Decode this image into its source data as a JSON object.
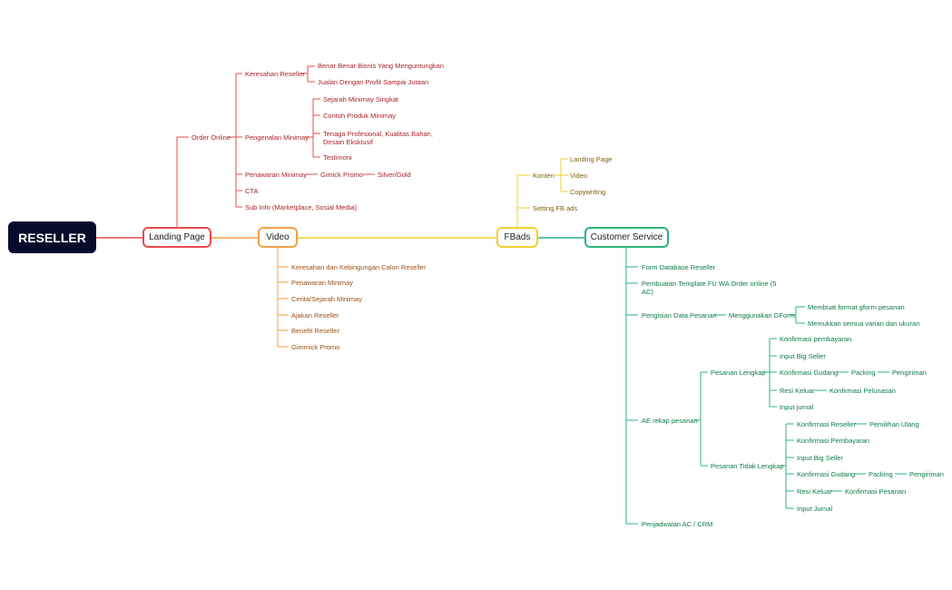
{
  "colors": {
    "red": "#e84b4b",
    "orange": "#f2a046",
    "yellow": "#f2cf2e",
    "green": "#2cb57a",
    "root_bg": "#070a2b"
  },
  "root": {
    "label": "RESELLER"
  },
  "main": {
    "landing_page": "Landing Page",
    "video": "Video",
    "fbads": "FBads",
    "customer_service": "Customer Service"
  },
  "landing": {
    "order_online": "Order Online",
    "keresahan_reseller": "Keresahan Reseller",
    "keresahan_children": [
      "Benar Benar Bisnis Yang Menguntungkan",
      "Jualan Dengan Profit Sampai Jutaan"
    ],
    "pengenalan_minimay": "Pengenalan Minimay",
    "pengenalan_children": [
      "Sejarah Minimay Singkat",
      "Contoh Produk Minimay",
      "Tenaga Profesional, Kualitas Bahan, Desain Eksklusif",
      "Testimoni"
    ],
    "penawaran_minimay": "Penawaran Minimay",
    "gimick_promo": "Gimick Promo",
    "silver_gold": "Silver/Gold",
    "cta": "CTA",
    "sub_info": "Sub Info (Marketplace, Sosial Media)"
  },
  "video": {
    "items": [
      "Keresahan dan Kebingungan Calon Reseller",
      "Penawaran Minimay",
      "Cerita/Sejarah Minimay",
      "Ajakan Reseller",
      "Benefit Reseller",
      "Gimmick Promo"
    ]
  },
  "fbads": {
    "konten": "Konten",
    "konten_children": [
      "Landing Page",
      "Video",
      "Copywriting"
    ],
    "setting": "Setting FB ads"
  },
  "cs": {
    "form_database": "Form Database Reseller",
    "pembuatan_template": "Pembuatan Template FU WA Order online (5 AC)",
    "pengisian": "Pengisian Data Pesanan",
    "menggunakan_gform": "Menggunakan GForm",
    "gform_children": [
      "Membuat format gform pesanan",
      "Memukkan semua varian dan ukuran"
    ],
    "ae_rekap": "AE rekap pesanan",
    "pesanan_lengkap": "Pesanan Lengkap",
    "lengkap": {
      "konfirmasi_pembayaran": "Konfirmasi pembayaran",
      "input_big_seller": "Input Big Seller",
      "konfirmasi_gudang": "Konfirmasi Gudang",
      "packing": "Packing",
      "pengiriman": "Pengiriman",
      "resi_keluar": "Resi Keluar",
      "konfirmasi_pelunasan": "Konfirmasi Pelunasan",
      "input_jurnal": "Input jurnal"
    },
    "pesanan_tidak_lengkap": "Pesanan Tidak Lengkap",
    "tidak_lengkap": {
      "konfirmasi_reseller": "Konfirmasi Reseller",
      "pemilihan_ulang": "Pemilihan Ulang",
      "konfirmasi_pembayaran": "Konfirmasi Pembayaran",
      "input_big_seller": "Input Big Seller",
      "konfirmasi_gudang": "Konfirmasi Gudang",
      "packing": "Packing",
      "pengiriman": "Pengiriman",
      "resi_keluar": "Resi Keluar",
      "konfirmasi_pesanan": "Konfirmasi Pesanan",
      "input_jurnal": "Input Jurnal"
    },
    "penjadwalan": "Penjadwalan AC / CRM"
  }
}
